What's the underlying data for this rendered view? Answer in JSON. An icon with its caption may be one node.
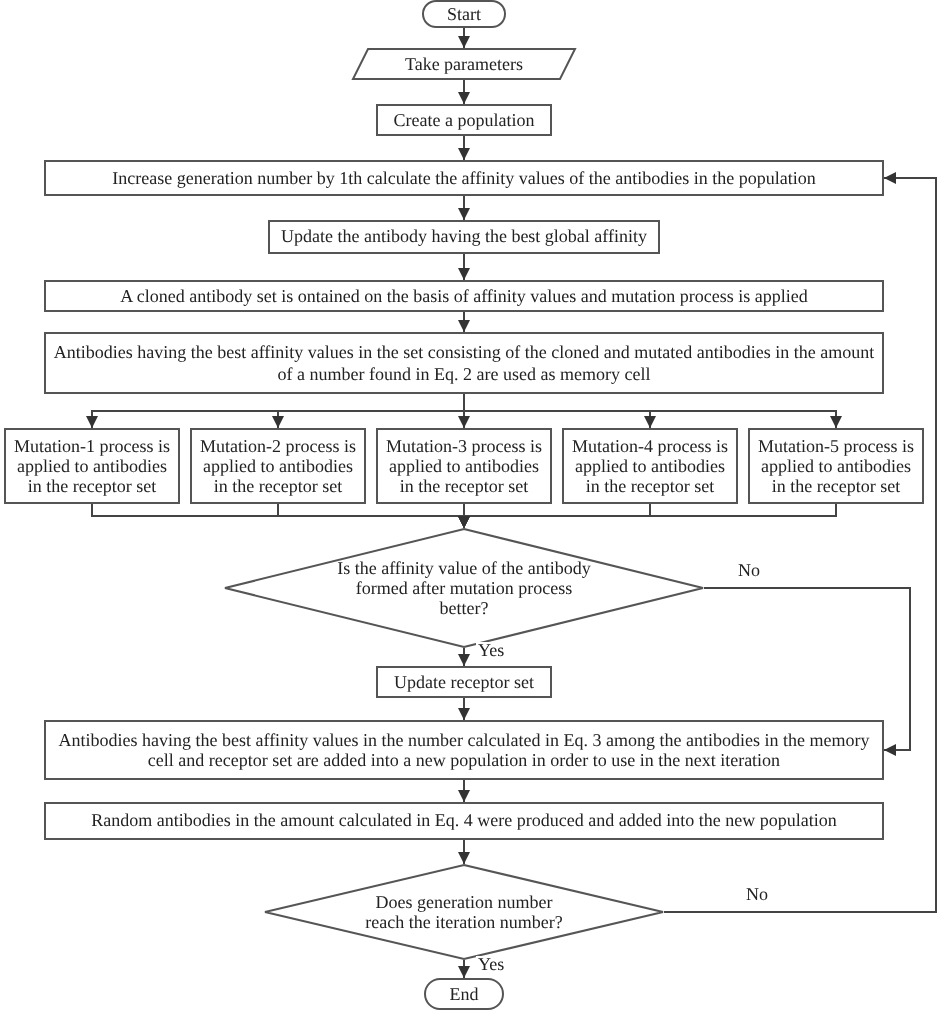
{
  "diagram": {
    "nodes": [
      {
        "text": [
          "Start"
        ]
      },
      {
        "text": [
          "Take parameters"
        ]
      },
      {
        "text": [
          "Create a population"
        ]
      },
      {
        "text": [
          "Increase generation number by 1th calculate the affinity values of the antibodies in the population"
        ]
      },
      {
        "text": [
          "Update the antibody having the best global affinity"
        ]
      },
      {
        "text": [
          "A cloned antibody set is ontained on the basis of affinity values and mutation process is applied"
        ]
      },
      {
        "text": [
          "Antibodies having the best affinity values in the set consisting of the cloned and mutated antibodies in the amount of a number found in Eq. 2 are used as memory cell"
        ]
      },
      {
        "text": [
          "Mutation-1 process is applied to antibodies in the receptor set"
        ]
      },
      {
        "text": [
          "Mutation-2 process is applied to antibodies in the receptor set"
        ]
      },
      {
        "text": [
          "Mutation-3 process is applied to antibodies in the receptor set"
        ]
      },
      {
        "text": [
          "Mutation-4 process is applied to antibodies in the receptor set"
        ]
      },
      {
        "text": [
          "Mutation-5 process is applied to antibodies in the receptor set"
        ]
      },
      {
        "text": [
          "Is the affinity value of the antibody formed after mutation process better?"
        ]
      },
      {
        "text": [
          "Update receptor set"
        ]
      },
      {
        "text": [
          "Antibodies having the best affinity values in the number calculated in Eq. 3 among the antibodies in the memory cell and receptor set are added into a new population in order to use in the next iteration"
        ]
      },
      {
        "text": [
          "Random antibodies in the amount calculated in Eq. 4 were produced and added into the new population"
        ]
      },
      {
        "text": [
          "Does generation number reach the iteration number?"
        ]
      },
      {
        "text": [
          "End"
        ]
      }
    ],
    "edges": [
      {
        "from": 0,
        "to": 1,
        "arrow": "to"
      },
      {
        "from": 1,
        "to": 2,
        "arrow": "to"
      },
      {
        "from": 2,
        "to": 3,
        "arrow": "to"
      },
      {
        "from": 3,
        "to": 4,
        "arrow": "to"
      },
      {
        "from": 4,
        "to": 5,
        "arrow": "to"
      },
      {
        "from": 5,
        "to": 6,
        "arrow": "to"
      },
      {
        "from": 6,
        "to": 7,
        "arrow": "to"
      },
      {
        "from": 6,
        "to": 8,
        "arrow": "to"
      },
      {
        "from": 6,
        "to": 9,
        "arrow": "to"
      },
      {
        "from": 6,
        "to": 10,
        "arrow": "to"
      },
      {
        "from": 6,
        "to": 11,
        "arrow": "to"
      },
      {
        "from": 7,
        "to": 12,
        "arrow": "to"
      },
      {
        "from": 8,
        "to": 12,
        "arrow": "to"
      },
      {
        "from": 9,
        "to": 12,
        "arrow": "to"
      },
      {
        "from": 10,
        "to": 12,
        "arrow": "to"
      },
      {
        "from": 11,
        "to": 12,
        "arrow": "to"
      },
      {
        "from": 12,
        "to": 13,
        "arrow": "to",
        "label": "Yes"
      },
      {
        "from": 12,
        "to": 14,
        "arrow": "to",
        "label": "No"
      },
      {
        "from": 13,
        "to": 14,
        "arrow": "to"
      },
      {
        "from": 14,
        "to": 15,
        "arrow": "to"
      },
      {
        "from": 15,
        "to": 16,
        "arrow": "to"
      },
      {
        "from": 16,
        "to": 3,
        "arrow": "to",
        "label": "No"
      },
      {
        "from": 16,
        "to": 17,
        "arrow": "to",
        "label": "Yes"
      }
    ]
  }
}
